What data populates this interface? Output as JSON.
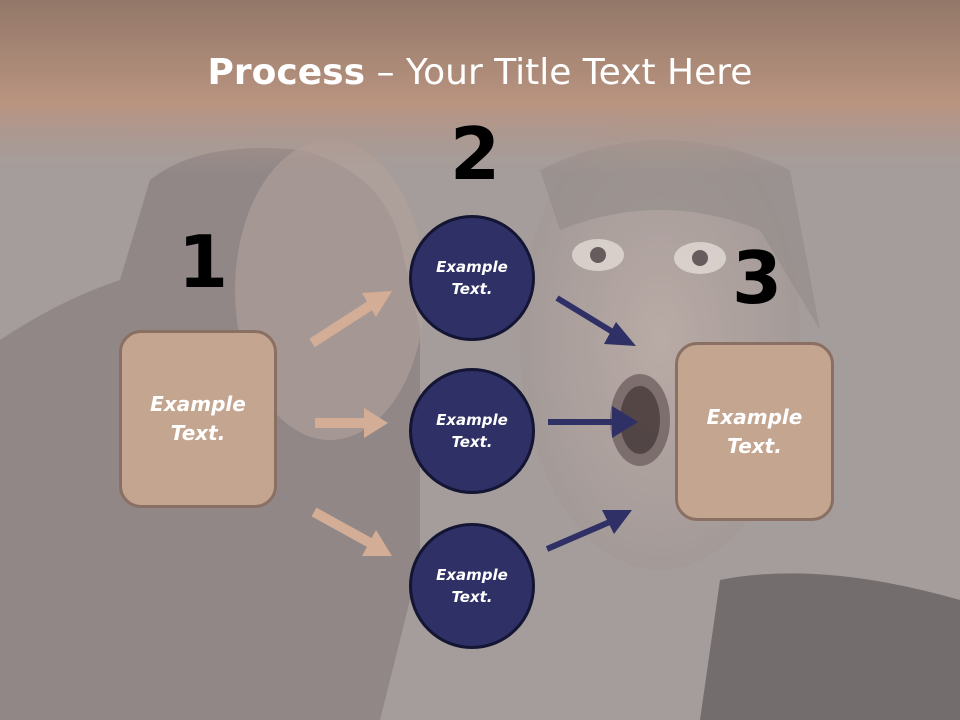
{
  "title": {
    "bold": "Process",
    "rest": " – Your Title Text Here"
  },
  "step_numbers": [
    "1",
    "2",
    "3"
  ],
  "left_box": {
    "label1": "Example",
    "label2": "Text."
  },
  "right_box": {
    "label1": "Example",
    "label2": "Text."
  },
  "circles": [
    {
      "label1": "Example",
      "label2": "Text."
    },
    {
      "label1": "Example",
      "label2": "Text."
    },
    {
      "label1": "Example",
      "label2": "Text."
    }
  ],
  "colors": {
    "box_fill": "#c4a590",
    "circle_fill": "#2e3066",
    "left_arrows": "#d3ad95",
    "right_arrows": "#2e3066",
    "header_band": "#a07c68"
  }
}
